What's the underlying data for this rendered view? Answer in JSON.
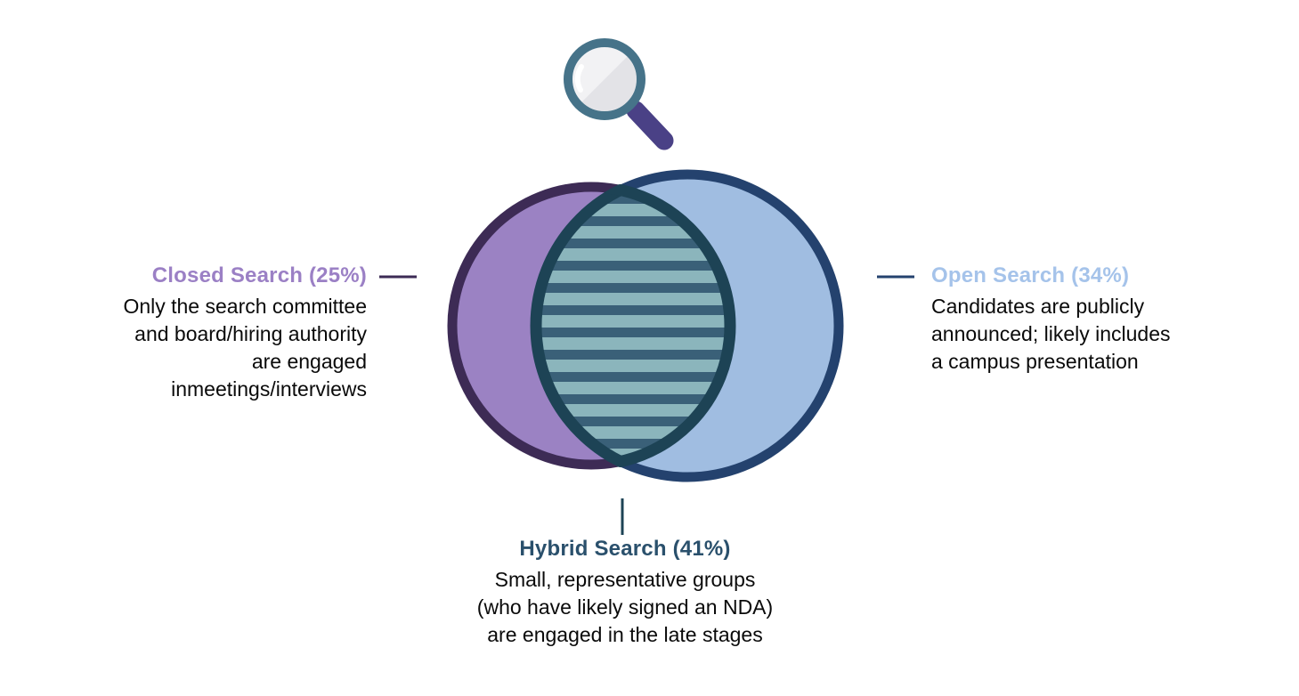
{
  "background": "#ffffff",
  "chart_data": {
    "type": "venn",
    "title": "",
    "sets": [
      {
        "id": "closed",
        "label": "Closed Search",
        "percent": 25,
        "description": "Only the search committee and board/hiring authority are engaged inmeetings/interviews",
        "fill_color": "#9b82c3",
        "border_color": "#3d2b55"
      },
      {
        "id": "open",
        "label": "Open Search",
        "percent": 34,
        "description": "Candidates are publicly announced; likely includes a campus presentation",
        "fill_color": "#a0bde1",
        "border_color": "#24426e"
      },
      {
        "id": "hybrid",
        "label": "Hybrid Search",
        "percent": 41,
        "description": "Small, representative groups (who have likely signed an NDA) are engaged in the late stages",
        "overlap_of": [
          "closed",
          "open"
        ],
        "stripe_light_color": "#8bb5bc",
        "stripe_dark_color": "#3a6078",
        "border_color": "#1d4355"
      }
    ]
  },
  "labels": {
    "closed": {
      "title": "Closed Search (25%)",
      "title_color": "#9b80c5",
      "lines": [
        "Only the search committee",
        "and board/hiring authority",
        "are engaged",
        "inmeetings/interviews"
      ]
    },
    "open": {
      "title": "Open Search (34%)",
      "title_color": "#a5c3ea",
      "lines": [
        "Candidates are publicly",
        "announced; likely includes",
        "a campus presentation"
      ]
    },
    "hybrid": {
      "title": "Hybrid Search (41%)",
      "title_color": "#2a506c",
      "lines": [
        "Small, representative groups",
        "(who have likely signed an NDA)",
        "are engaged in the late stages"
      ]
    }
  },
  "icons": {
    "magnifier": {
      "name": "magnifying-glass-icon",
      "ring_color": "#467389",
      "handle_color": "#4a4186",
      "lens_light_color": "#f2f2f4",
      "lens_shade_color": "#e3e3e7"
    }
  }
}
